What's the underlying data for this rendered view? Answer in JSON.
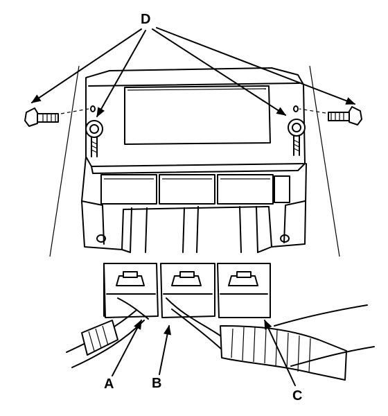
{
  "labels": {
    "d": "D",
    "a": "A",
    "b": "B",
    "c": "C"
  },
  "colors": {
    "line": "#000000",
    "background": "#ffffff"
  }
}
